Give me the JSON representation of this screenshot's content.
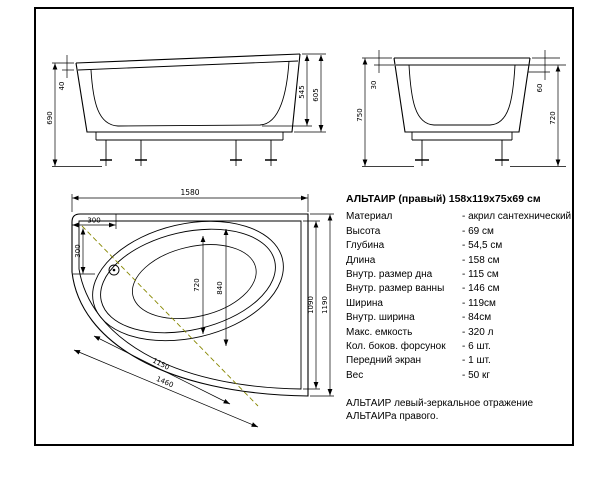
{
  "drawing": {
    "side_view": {
      "dims": {
        "d40": "40",
        "d690": "690",
        "d545": "545",
        "d605": "605"
      }
    },
    "end_view": {
      "dims": {
        "d30": "30",
        "d750": "750",
        "d60": "60",
        "d720": "720"
      }
    },
    "plan_view": {
      "dims": {
        "d1580": "1580",
        "d300h": "300",
        "d300v": "300",
        "d720": "720",
        "d840": "840",
        "d1150": "1150",
        "d1460": "1460",
        "d1090": "1090",
        "d1190": "1190"
      }
    }
  },
  "specs": {
    "title": "АЛЬТАИР (правый) 158х119х75х69 см",
    "rows": [
      {
        "label": "Материал",
        "value": "- акрил сантехнический"
      },
      {
        "label": "Высота",
        "value": "- 69 см"
      },
      {
        "label": "Глубина",
        "value": "- 54,5 см"
      },
      {
        "label": "Длина",
        "value": "- 158 см"
      },
      {
        "label": "Внутр. размер дна",
        "value": "- 115 см"
      },
      {
        "label": "Внутр. размер ванны",
        "value": "- 146 см"
      },
      {
        "label": "Ширина",
        "value": "- 119см"
      },
      {
        "label": "Внутр. ширина",
        "value": "- 84см"
      },
      {
        "label": "Макс. емкость",
        "value": "- 320 л"
      },
      {
        "label": "Кол. боков. форсунок",
        "value": "- 6 шт."
      },
      {
        "label": "Передний экран",
        "value": "- 1 шт."
      },
      {
        "label": "Вес",
        "value": "- 50 кг"
      }
    ],
    "note_line1": "АЛЬТАИР левый-зеркальное отражение",
    "note_line2": "АЛЬТАИРа правого."
  },
  "colors": {
    "line": "#000000",
    "axis_dash": "#878700",
    "background": "#ffffff"
  }
}
